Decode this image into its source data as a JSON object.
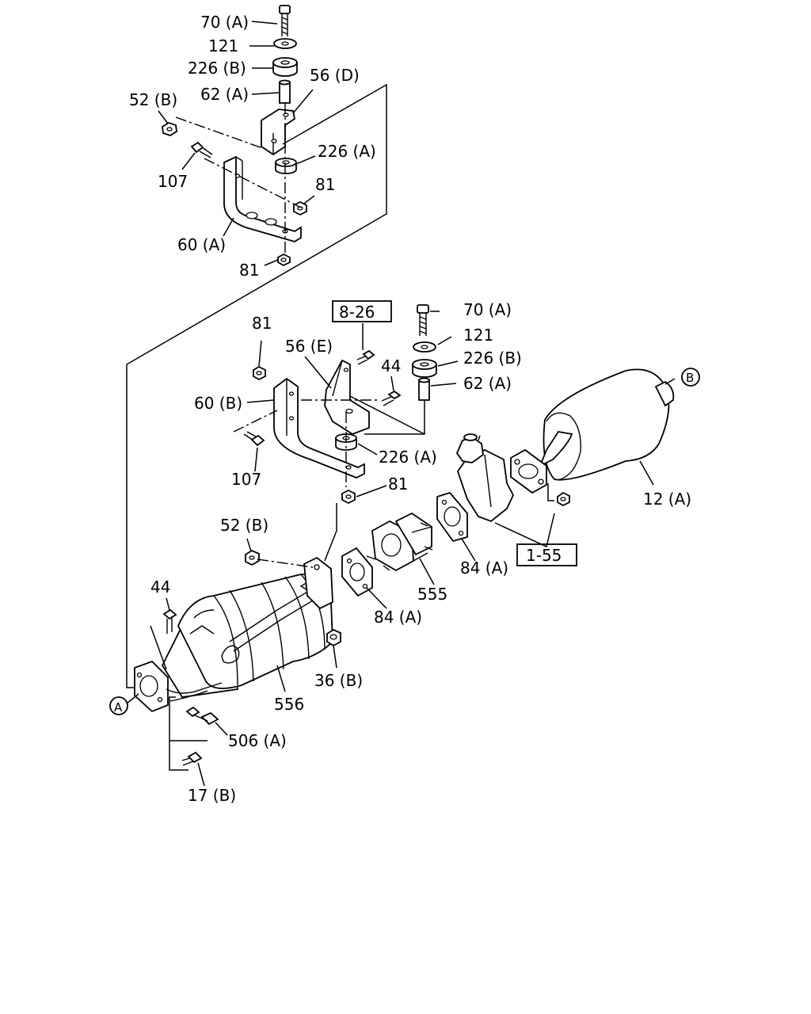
{
  "labels": {
    "l70a_top": "70 (A)",
    "l121_top": "121",
    "l226b_top": "226 (B)",
    "l62a_top": "62 (A)",
    "l56d": "56 (D)",
    "l52b_top": "52 (B)",
    "l226a_top": "226 (A)",
    "l107_top": "107",
    "l81_top1": "81",
    "l60a": "60 (A)",
    "l81_top2": "81",
    "l826": "8-26",
    "l70a_mid": "70 (A)",
    "l121_mid": "121",
    "l226b_mid": "226 (B)",
    "l62a_mid": "62 (A)",
    "l81_mid1": "81",
    "l56e": "56 (E)",
    "l44_mid": "44",
    "l60b": "60 (B)",
    "l226a_mid": "226 (A)",
    "l107_mid": "107",
    "l81_mid2": "81",
    "l12a": "12 (A)",
    "l52b_mid": "52 (B)",
    "l84a_right": "84 (A)",
    "l155": "1-55",
    "l555": "555",
    "l84a_left": "84 (A)",
    "l44_low": "44",
    "l36b": "36 (B)",
    "l556": "556",
    "l506a": "506 (A)",
    "l17b": "17 (B)",
    "refA": "A",
    "refB": "B"
  }
}
